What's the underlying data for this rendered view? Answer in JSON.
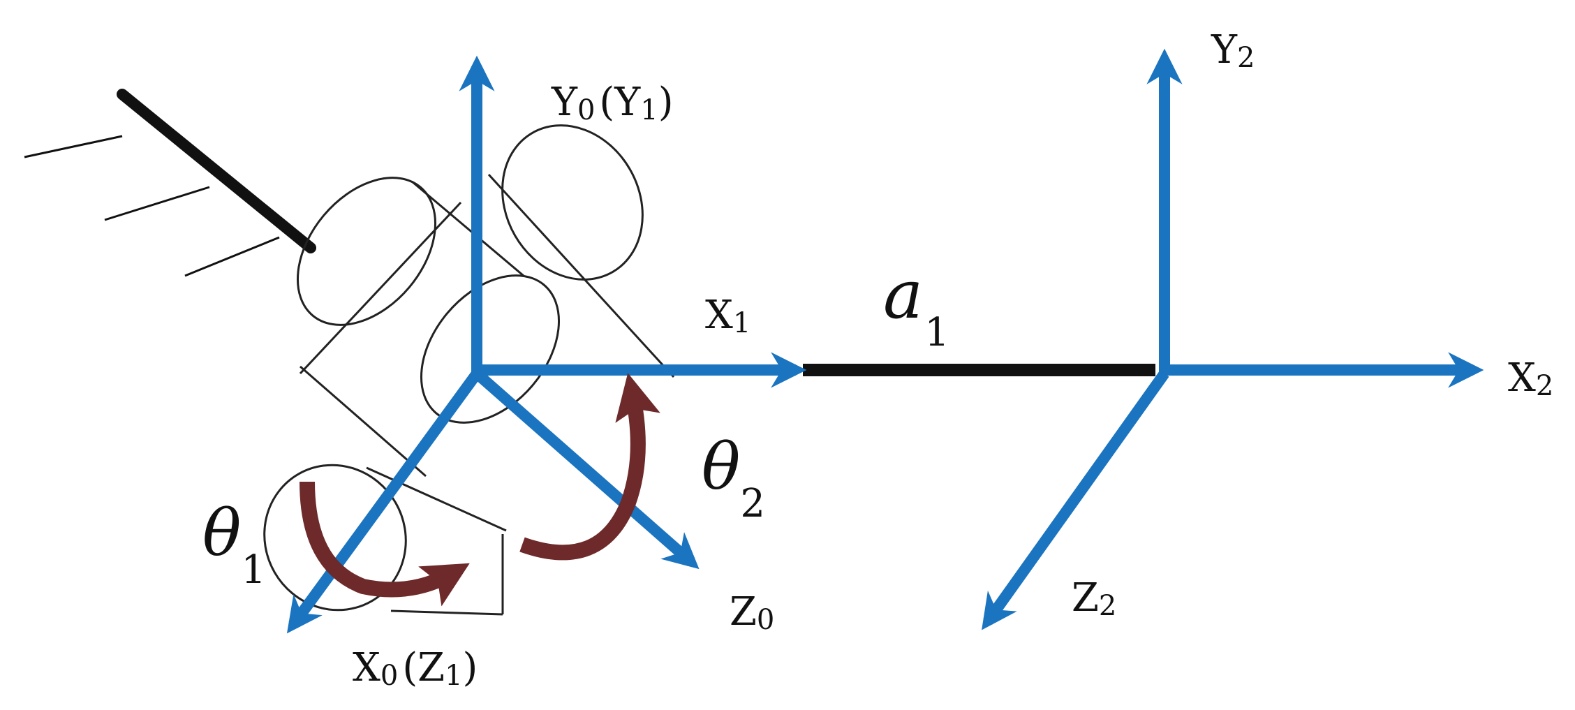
{
  "colors": {
    "axis": "#1a74c0",
    "link": "#111111",
    "rotation": "#6e2a2a",
    "outline": "#222222",
    "background": "#ffffff"
  },
  "labels": {
    "y0_main": "Y",
    "y0_sub": "0",
    "y1_paren": "(Y",
    "y1_sub": "1",
    "y1_close": ")",
    "x1_main": "X",
    "x1_sub": "1",
    "a1_main": "a",
    "a1_sub": "1",
    "y2_main": "Y",
    "y2_sub": "2",
    "x2_main": "X",
    "x2_sub": "2",
    "z2_main": "Z",
    "z2_sub": "2",
    "z0_main": "Z",
    "z0_sub": "0",
    "theta1_main": "θ",
    "theta1_sub": "1",
    "theta2_main": "θ",
    "theta2_sub": "2",
    "x0_main": "X",
    "x0_sub": "0",
    "z1_paren": "(Z",
    "z1_sub": "1",
    "z1_close": ")"
  }
}
